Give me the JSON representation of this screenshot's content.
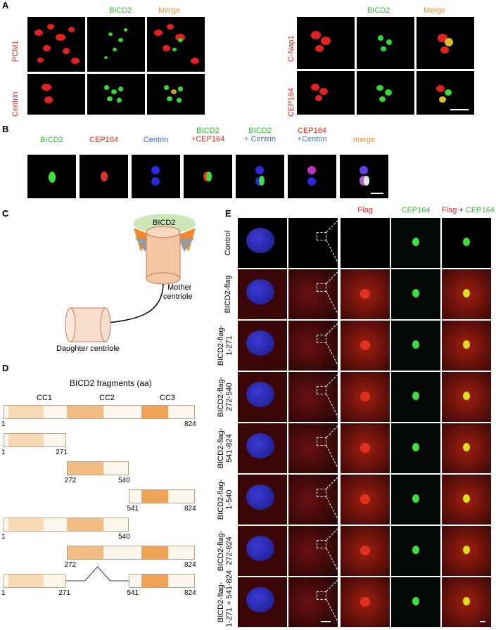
{
  "panels": {
    "A": {
      "label": "A",
      "left": {
        "col_headers": [
          "BICD2",
          "Merge"
        ],
        "rows": [
          "PCM1",
          "Centrin"
        ]
      },
      "right": {
        "col_headers": [
          "BICD2",
          "Merge"
        ],
        "rows": [
          "C-Nap1",
          "CEP164"
        ]
      }
    },
    "B": {
      "label": "B",
      "columns": [
        {
          "parts": [
            {
              "text": "BICD2",
              "color": "green"
            }
          ]
        },
        {
          "parts": [
            {
              "text": "CEP164",
              "color": "red"
            }
          ]
        },
        {
          "parts": [
            {
              "text": "Centrin",
              "color": "blue"
            }
          ]
        },
        {
          "parts": [
            {
              "text": "BICD2",
              "color": "green"
            },
            {
              "text": "+CEP164",
              "color": "red"
            }
          ]
        },
        {
          "parts": [
            {
              "text": "BICD2",
              "color": "green"
            },
            {
              "text": "+ Centrin",
              "color": "blue"
            }
          ]
        },
        {
          "parts": [
            {
              "text": "CEP164",
              "color": "red"
            },
            {
              "text": "+Centrin",
              "color": "blue"
            }
          ]
        },
        {
          "parts": [
            {
              "text": "merge",
              "color": "orange"
            }
          ]
        }
      ]
    },
    "C": {
      "label": "C",
      "cap_label": "BICD2",
      "mother_label": "Mother centriole",
      "mother_line1": "Mother",
      "mother_line2": "centriole",
      "daughter_label": "Daughter centriole"
    },
    "D": {
      "label": "D",
      "title": "BICD2 fragments (aa)",
      "domains": [
        "CC1",
        "CC2",
        "CC3"
      ],
      "fragments": [
        {
          "start": 1,
          "end": 824,
          "labels": [
            "1",
            "824"
          ]
        },
        {
          "start": 1,
          "end": 271,
          "labels": [
            "1",
            "271"
          ]
        },
        {
          "start": 272,
          "end": 540,
          "labels": [
            "272",
            "540"
          ]
        },
        {
          "start": 541,
          "end": 824,
          "labels": [
            "541",
            "824"
          ]
        },
        {
          "start": 1,
          "end": 540,
          "labels": [
            "1",
            "540"
          ]
        },
        {
          "start": 272,
          "end": 824,
          "labels": [
            "272",
            "824"
          ]
        },
        {
          "start": 1,
          "end": 824,
          "deletion": [
            272,
            540
          ],
          "labels": [
            "1",
            "271",
            "541",
            "824"
          ]
        }
      ]
    },
    "E": {
      "label": "E",
      "col_headers": [
        {
          "parts": [
            {
              "text": "Flag",
              "color": "red"
            }
          ]
        },
        {
          "parts": [
            {
              "text": "CEP164",
              "color": "green"
            }
          ]
        },
        {
          "parts": [
            {
              "text": "Flag",
              "color": "red"
            },
            {
              "text": " + ",
              "color": "black"
            },
            {
              "text": "CEP164",
              "color": "green"
            }
          ]
        }
      ],
      "rows": [
        {
          "line1": "Control",
          "line2": ""
        },
        {
          "line1": "BICD2-flag",
          "line2": ""
        },
        {
          "line1": "BICD2-flag-",
          "line2": "1-271"
        },
        {
          "line1": "BICD2-flag-",
          "line2": "272-540"
        },
        {
          "line1": "BICD2-flag-",
          "line2": "541-824"
        },
        {
          "line1": "BICD2-flag-",
          "line2": "1-540"
        },
        {
          "line1": "BICD2-flag-",
          "line2": "272-824"
        },
        {
          "line1": "BICD2-flag-",
          "line2": "1-271 + 541-824"
        }
      ]
    }
  },
  "colors": {
    "red": "#e8251f",
    "green": "#35b935",
    "blue": "#3b6fe0",
    "orange": "#f0913a",
    "cc_light": "#f7d9b5",
    "cc_mid": "#f2bd85",
    "cc_dark": "#eea359",
    "bar_bg": "#fdf6ec"
  }
}
